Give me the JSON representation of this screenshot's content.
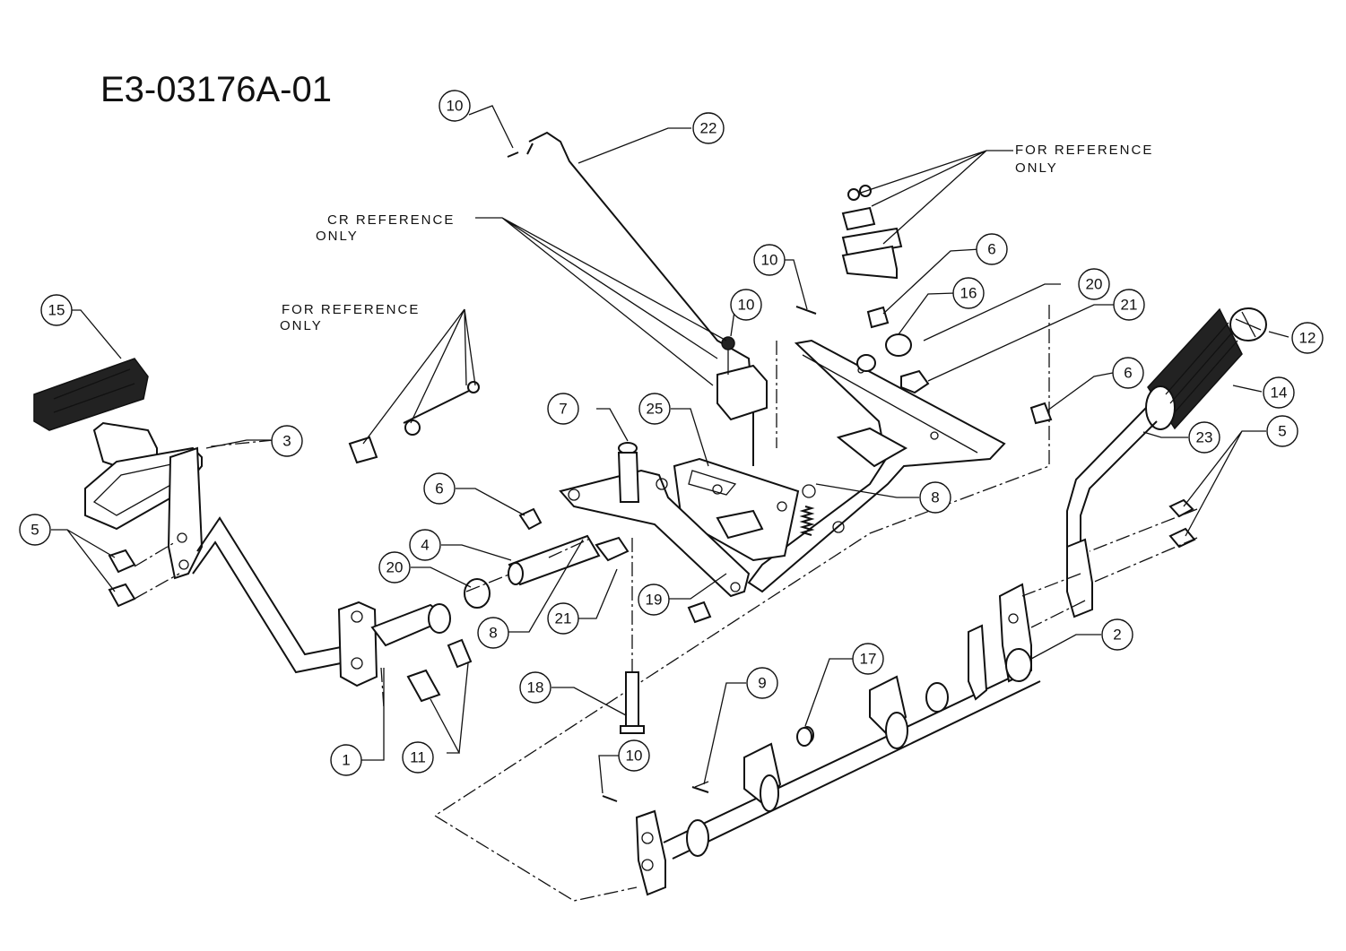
{
  "diagram_id": "E3-03176A-01",
  "reference_notes": [
    {
      "id": "note-top-right",
      "line1": "FOR REFERENCE",
      "line2": "ONLY"
    },
    {
      "id": "note-top-center",
      "line1": "CR REFERENCE",
      "line2": "ONLY"
    },
    {
      "id": "note-left",
      "line1": "FOR REFERENCE",
      "line2": "ONLY"
    }
  ],
  "callouts": [
    {
      "id": "c10a",
      "label": "10"
    },
    {
      "id": "c22",
      "label": "22"
    },
    {
      "id": "c10b",
      "label": "10"
    },
    {
      "id": "c10c",
      "label": "10"
    },
    {
      "id": "c6a",
      "label": "6"
    },
    {
      "id": "c16",
      "label": "16"
    },
    {
      "id": "c20a",
      "label": "20"
    },
    {
      "id": "c21a",
      "label": "21"
    },
    {
      "id": "c12",
      "label": "12"
    },
    {
      "id": "c15",
      "label": "15"
    },
    {
      "id": "c6b",
      "label": "6"
    },
    {
      "id": "c14",
      "label": "14"
    },
    {
      "id": "c3",
      "label": "3"
    },
    {
      "id": "c7",
      "label": "7"
    },
    {
      "id": "c25",
      "label": "25"
    },
    {
      "id": "c23",
      "label": "23"
    },
    {
      "id": "c5a",
      "label": "5"
    },
    {
      "id": "c6c",
      "label": "6"
    },
    {
      "id": "c8a",
      "label": "8"
    },
    {
      "id": "c5b",
      "label": "5"
    },
    {
      "id": "c4",
      "label": "4"
    },
    {
      "id": "c20b",
      "label": "20"
    },
    {
      "id": "c19",
      "label": "19"
    },
    {
      "id": "c8b",
      "label": "8"
    },
    {
      "id": "c21b",
      "label": "21"
    },
    {
      "id": "c2",
      "label": "2"
    },
    {
      "id": "c18",
      "label": "18"
    },
    {
      "id": "c9",
      "label": "9"
    },
    {
      "id": "c17",
      "label": "17"
    },
    {
      "id": "c1",
      "label": "1"
    },
    {
      "id": "c11",
      "label": "11"
    },
    {
      "id": "c10d",
      "label": "10"
    }
  ]
}
